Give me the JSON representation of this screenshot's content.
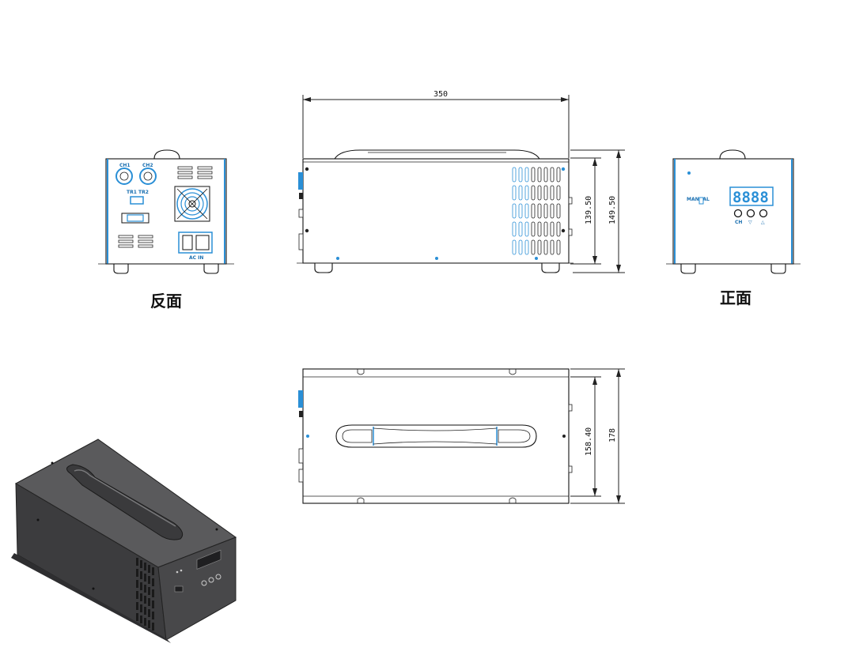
{
  "views": {
    "rear_label": "反面",
    "front_label": "正面"
  },
  "dimensions": {
    "length": "350",
    "height_body": "139.50",
    "height_total": "149.50",
    "depth_body": "158.40",
    "depth_total": "178"
  },
  "rear_panel": {
    "ch1": "CH1",
    "ch2": "CH2",
    "trig": "TR1 TR2",
    "ac_in": "AC IN"
  },
  "front_panel": {
    "mode": "MANUAL",
    "display": "8888",
    "buttons": [
      "CH",
      "▽",
      "△"
    ]
  },
  "colors": {
    "line": "#111111",
    "accent": "#2a8fd6",
    "body_3d": "#4a4a4c"
  }
}
